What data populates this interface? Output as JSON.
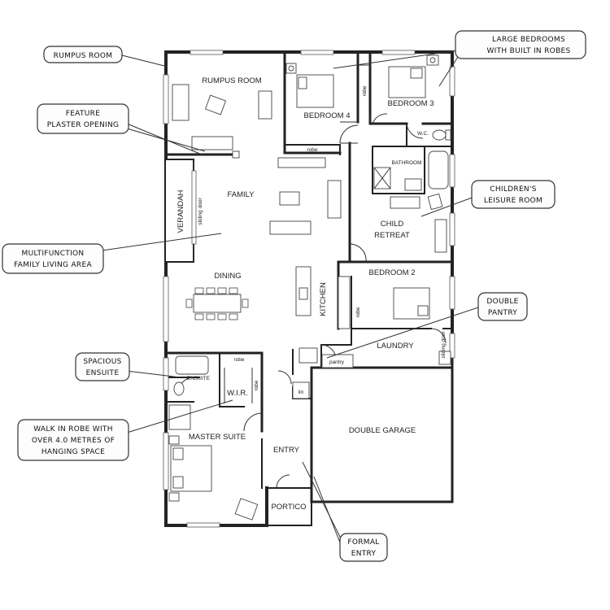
{
  "rooms": {
    "rumpus": "RUMPUS ROOM",
    "bedroom4": "BEDROOM 4",
    "bedroom3": "BEDROOM 3",
    "wc": "W.C.",
    "bathroom": "BATHROOM",
    "family": "FAMILY",
    "verandah": "VERANDAH",
    "child_retreat_1": "CHILD",
    "child_retreat_2": "RETREAT",
    "dining": "DINING",
    "kitchen": "KITCHEN",
    "bedroom2": "BEDROOM 2",
    "laundry": "LAUNDRY",
    "ensuite": "ENSUITE",
    "wir": "W.I.R.",
    "master": "MASTER SUITE",
    "entry": "ENTRY",
    "garage": "DOUBLE GARAGE",
    "portico": "PORTICO"
  },
  "small_labels": {
    "robe_b4": "robe",
    "robe_b3": "robe",
    "robe_b2": "robe",
    "robe_wir": "robe",
    "robe_wir_side": "robe",
    "sliding_door_family": "sliding door",
    "sliding_door_laundry": "sliding door",
    "pantry": "pantry",
    "lin": "lin"
  },
  "callouts": {
    "rumpus": [
      "RUMPUS ROOM"
    ],
    "feature": [
      "FEATURE",
      "PLASTER OPENING"
    ],
    "multifunction": [
      "MULTIFUNCTION",
      "FAMILY LIVING AREA"
    ],
    "ensuite": [
      "SPACIOUS",
      "ENSUITE"
    ],
    "wir": [
      "WALK IN ROBE WITH",
      "OVER 4.0 METRES OF",
      "HANGING SPACE"
    ],
    "bedrooms": [
      "LARGE BEDROOMS",
      "WITH BUILT IN ROBES"
    ],
    "childrens": [
      "CHILDREN'S",
      "LEISURE ROOM"
    ],
    "pantry": [
      "DOUBLE",
      "PANTRY"
    ],
    "formal": [
      "FORMAL",
      "ENTRY"
    ]
  }
}
